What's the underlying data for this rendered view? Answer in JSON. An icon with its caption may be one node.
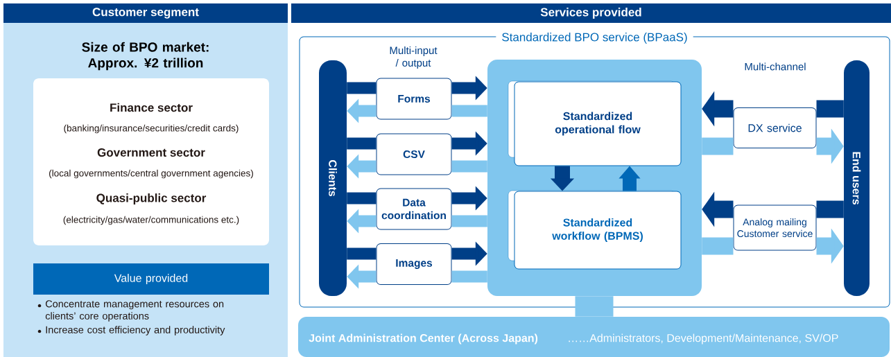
{
  "diagram": {
    "nodes": [
      {
        "text": [
          "Customer segment",
          "Size of BPO market: Approx. ¥2 trillion"
        ]
      },
      {
        "text": [
          "Finance sector",
          "(banking/insurance/securities/credit cards)",
          "Government sector",
          "(local governments/central government agencies)",
          "Quasi-public sector",
          "(electricity/gas/water/communications etc.)"
        ],
        "in": 0
      },
      {
        "text": [
          "Value provided"
        ],
        "in": 0,
        "beside": [
          "Concentrate management resources on clients’ core operations",
          "Increase cost efficiency and productivity"
        ]
      },
      {
        "text": [
          "Services provided"
        ]
      },
      {
        "text": [
          "Standardized BPO service (BPaaS)"
        ]
      },
      {
        "text": [
          "Clients"
        ],
        "in": 4
      },
      {
        "text": [
          "Forms"
        ],
        "in": 4
      },
      {
        "text": [
          "CSV"
        ],
        "in": 4
      },
      {
        "text": [
          "Data coordination"
        ],
        "in": 4
      },
      {
        "text": [
          "Images"
        ],
        "in": 4
      },
      {
        "text": [],
        "shape": "box",
        "in": 4
      },
      {
        "text": [
          "Standardized operational flow"
        ],
        "in": 10
      },
      {
        "text": [
          "Standardized workflow (BPMS)"
        ],
        "in": 10
      },
      {
        "text": [
          "DX service"
        ],
        "in": 4
      },
      {
        "text": [
          "Analog mailing",
          "Customer service"
        ],
        "in": 4
      },
      {
        "text": [
          "End users"
        ],
        "in": 4
      },
      {
        "text": [
          "Joint Administration Center (Across Japan)",
          "……Administrators, Development/Maintenance, SV/OP"
        ]
      }
    ],
    "edges": [
      {
        "from": 5,
        "to": 6,
        "arrow": "none",
        "color": "#003f87"
      },
      {
        "from": 6,
        "to": 10,
        "arrow": "to",
        "color": "#003f87"
      },
      {
        "from": 10,
        "to": 6,
        "arrow": "none",
        "color": "#80c6ee"
      },
      {
        "from": 6,
        "to": 5,
        "arrow": "to",
        "color": "#80c6ee"
      },
      {
        "from": 5,
        "to": 7,
        "arrow": "none",
        "color": "#003f87"
      },
      {
        "from": 7,
        "to": 10,
        "arrow": "to",
        "color": "#003f87"
      },
      {
        "from": 10,
        "to": 7,
        "arrow": "none",
        "color": "#80c6ee"
      },
      {
        "from": 7,
        "to": 5,
        "arrow": "to",
        "color": "#80c6ee"
      },
      {
        "from": 5,
        "to": 8,
        "arrow": "none",
        "color": "#003f87"
      },
      {
        "from": 8,
        "to": 10,
        "arrow": "to",
        "color": "#003f87"
      },
      {
        "from": 10,
        "to": 8,
        "arrow": "none",
        "color": "#80c6ee"
      },
      {
        "from": 8,
        "to": 5,
        "arrow": "to",
        "color": "#80c6ee"
      },
      {
        "from": 5,
        "to": 9,
        "arrow": "none",
        "color": "#003f87"
      },
      {
        "from": 9,
        "to": 10,
        "arrow": "to",
        "color": "#003f87"
      },
      {
        "from": 10,
        "to": 9,
        "arrow": "none",
        "color": "#80c6ee"
      },
      {
        "from": 9,
        "to": 5,
        "arrow": "to",
        "color": "#80c6ee"
      },
      {
        "from": 15,
        "to": 13,
        "arrow": "none",
        "color": "#003f87"
      },
      {
        "from": 13,
        "to": 10,
        "arrow": "to",
        "color": "#003f87"
      },
      {
        "from": 10,
        "to": 13,
        "arrow": "none",
        "color": "#80c6ee"
      },
      {
        "from": 13,
        "to": 15,
        "arrow": "to",
        "color": "#80c6ee"
      },
      {
        "from": 15,
        "to": 14,
        "arrow": "none",
        "color": "#003f87"
      },
      {
        "from": 14,
        "to": 10,
        "arrow": "to",
        "color": "#003f87"
      },
      {
        "from": 10,
        "to": 14,
        "arrow": "none",
        "color": "#80c6ee"
      },
      {
        "from": 14,
        "to": 15,
        "arrow": "to",
        "color": "#80c6ee"
      },
      {
        "from": 11,
        "to": 12,
        "arrow": "to",
        "color": "#003f87"
      },
      {
        "from": 12,
        "to": 11,
        "arrow": "to",
        "color": "#0068b7"
      },
      {
        "from": 10,
        "to": 16,
        "arrow": "none",
        "color": "#80c6ee",
        "style": "thick"
      }
    ],
    "labels": [
      "Multi-input / output",
      "Multi-channel"
    ]
  }
}
